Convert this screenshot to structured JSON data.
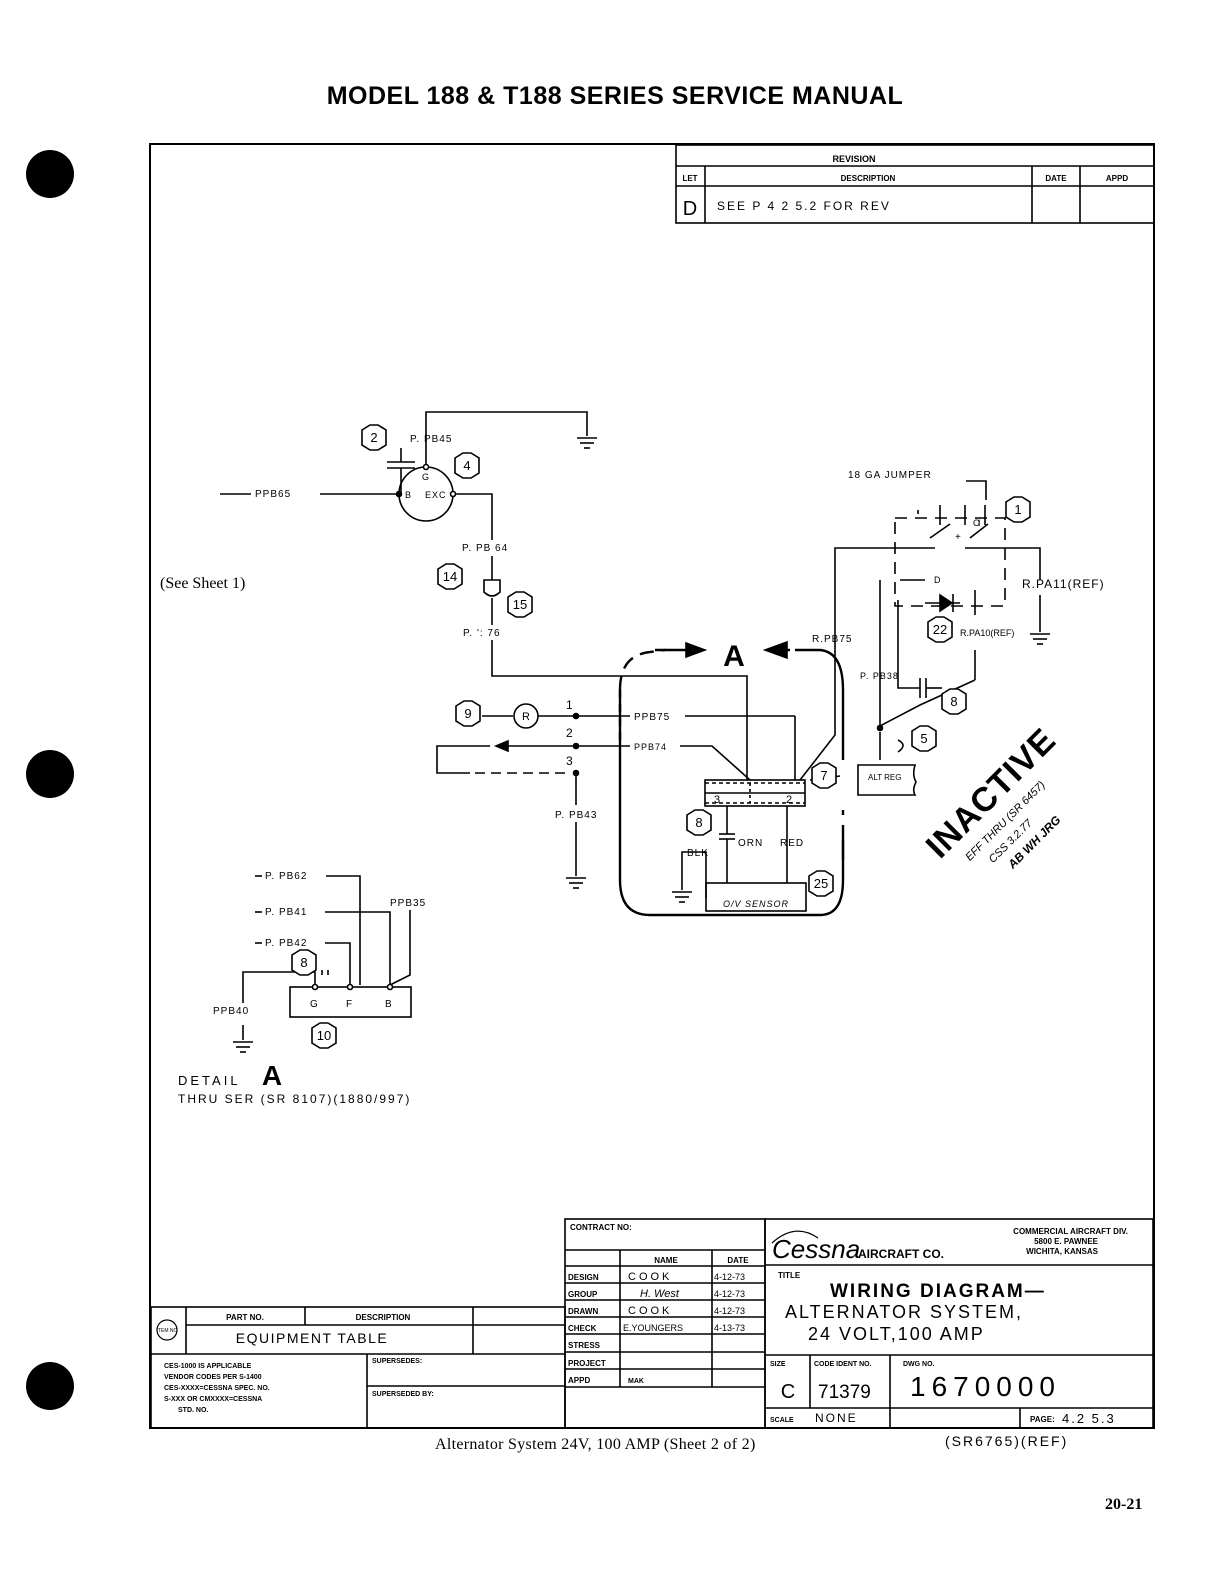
{
  "header": {
    "title": "MODEL 188 & T188 SERIES SERVICE MANUAL"
  },
  "revision_block": {
    "heading": "REVISION",
    "col_let": "LET",
    "col_description": "DESCRIPTION",
    "col_date": "DATE",
    "col_appd": "APPD",
    "row_letter": "D",
    "row_description": "SEE   P 4 2 5.2   FOR REV"
  },
  "diagram": {
    "see_sheet": "(See Sheet 1)",
    "labels": {
      "ppb45": "P. PB45",
      "ppb65": "PPB65",
      "gen_g": "G",
      "gen_b": "B",
      "gen_exc": "EXC",
      "ppb64": "P. PB 64",
      "p76": "P. ': 76",
      "jumper": "18 GA  JUMPER",
      "rpa11": "R.PA11(REF)",
      "rpa10": "R.PA10(REF)",
      "rpb75": "R.PB75",
      "ppb38": "P. PB38",
      "alt_reg": "ALT REG",
      "ppb75": "PPB75",
      "ppb74": "PPB74",
      "ppb43": "P. PB43",
      "wire1": "1",
      "wire2": "2",
      "wire3": "3",
      "conn3": "3",
      "conn2": "2",
      "orn": "ORN",
      "red": "RED",
      "blk": "BLK",
      "sensor": "O/V SENSOR",
      "detail_arrow": "A",
      "r": "R",
      "d": "D",
      "sw_o": "O",
      "sw_i": "I",
      "sw_plus": "+",
      "ppb62": "P. PB62",
      "ppb41": "P. PB41",
      "ppb42": "P. PB42",
      "ppb35": "PPB35",
      "ppb40": "PPB40",
      "reg_g": "G",
      "reg_f": "F",
      "reg_b": "B",
      "detail_label": "DETAIL",
      "detail_letter": "A",
      "thru_ser": "THRU  SER (SR 8107)(1880/997)"
    },
    "callouts": [
      "2",
      "4",
      "14",
      "15",
      "9",
      "1",
      "22",
      "8",
      "5",
      "7",
      "8",
      "25",
      "8",
      "10"
    ],
    "stamp": {
      "word": "INACTIVE",
      "line1": "EFF THRU (SR 6457)",
      "line2": "CSS  3.2.77",
      "line3": "AB  WH  JRG"
    }
  },
  "title_block": {
    "contract_no": "CONTRACT NO:",
    "col_name": "NAME",
    "col_date": "DATE",
    "rows": [
      {
        "role": "DESIGN",
        "name": "COOK",
        "date": "4-12-73"
      },
      {
        "role": "GROUP",
        "name": "H. West",
        "date": "4-12-73"
      },
      {
        "role": "DRAWN",
        "name": "COOK",
        "date": "4-12-73"
      },
      {
        "role": "CHECK",
        "name": "E.YOUNGERS",
        "date": "4-13-73"
      },
      {
        "role": "STRESS",
        "name": "",
        "date": ""
      },
      {
        "role": "PROJECT",
        "name": "",
        "date": ""
      },
      {
        "role": "APPD",
        "name": "MAK",
        "date": ""
      }
    ],
    "company_logo": "Cessna",
    "company_name": "AIRCRAFT CO.",
    "division": "COMMERCIAL AIRCRAFT DIV.",
    "address1": "5800 E. PAWNEE",
    "address2": "WICHITA, KANSAS",
    "title_label": "TITLE",
    "title_line1": "WIRING DIAGRAM—",
    "title_line2": "ALTERNATOR SYSTEM,",
    "title_line3": "24 VOLT,100 AMP",
    "size_label": "SIZE",
    "size_value": "C",
    "code_ident_label": "CODE IDENT NO.",
    "code_ident_value": "71379",
    "dwg_no_label": "DWG NO.",
    "dwg_no_value": "1670000",
    "scale_label": "SCALE",
    "scale_value": "NONE",
    "page_label": "PAGE:",
    "page_value": "4.2 5.3"
  },
  "equipment_table": {
    "item_no": "ITEM NO",
    "col_part_no": "PART NO.",
    "col_description": "DESCRIPTION",
    "title": "EQUIPMENT TABLE",
    "note_lines": [
      "CES-1000 IS APPLICABLE",
      "VENDOR CODES PER S-1400",
      "CES-XXXX=CESSNA SPEC. NO.",
      "S-XXX OR CMXXXX=CESSNA",
      "STD. NO."
    ],
    "supersedes": "SUPERSEDES:",
    "superseded_by": "SUPERSEDED BY:"
  },
  "caption": "Alternator System 24V, 100 AMP (Sheet 2 of 2)",
  "caption_ref": "(SR6765)(REF)",
  "page_number": "20-21"
}
